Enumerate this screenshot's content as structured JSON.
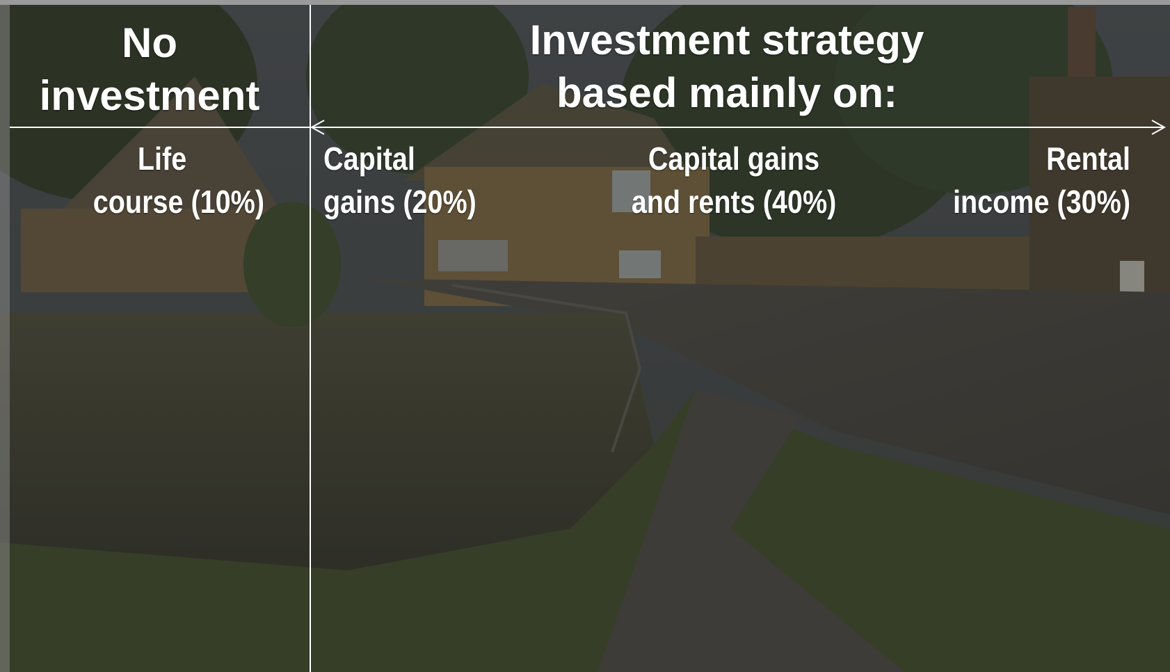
{
  "background": {
    "description_icon": "village-pond-photo",
    "dim_color": "#28281f"
  },
  "headers": {
    "no_investment": [
      "No",
      "investment"
    ],
    "investment_strategy": [
      "Investment strategy",
      "based mainly on:"
    ]
  },
  "categories": [
    {
      "lines": [
        "Life",
        "course (10%)"
      ]
    },
    {
      "lines": [
        "Capital",
        "gains (20%)"
      ]
    },
    {
      "lines": [
        "Capital gains",
        "and rents (40%)"
      ]
    },
    {
      "lines": [
        "Rental",
        "income (30%)"
      ]
    }
  ],
  "colors": {
    "text": "#ffffff",
    "rule": "#ffffff"
  }
}
